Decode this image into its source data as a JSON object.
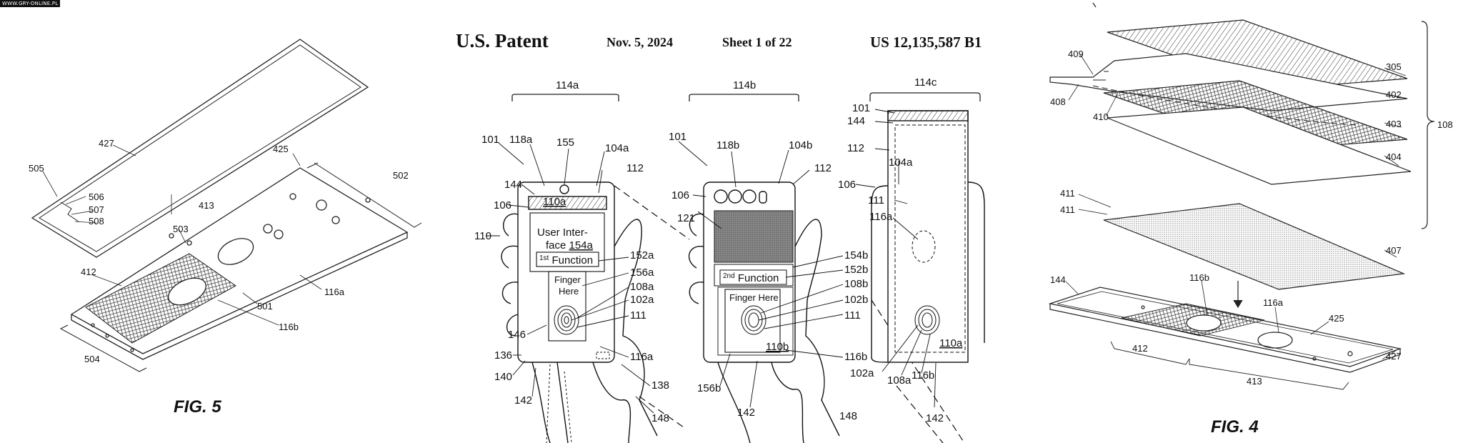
{
  "watermark": "WWW.GRY-ONLINE.PL",
  "header": {
    "title": "U.S. Patent",
    "date": "Nov. 5, 2024",
    "sheet": "Sheet 1 of 22",
    "patent_number": "US 12,135,587 B1"
  },
  "fig5": {
    "caption": "FIG. 5",
    "labels": [
      "427",
      "425",
      "505",
      "506",
      "507",
      "508",
      "502",
      "413",
      "503",
      "412",
      "116a",
      "501",
      "116b",
      "504"
    ]
  },
  "fig1": {
    "brackets": [
      "114a",
      "114b",
      "114c"
    ],
    "left_labels": [
      "101",
      "118a",
      "155",
      "104a",
      "112",
      "144",
      "106",
      "110",
      "146",
      "136",
      "140",
      "142"
    ],
    "right_labels_a": [
      "152a",
      "156a",
      "108a",
      "102a",
      "111",
      "116a",
      "138",
      "148"
    ],
    "screen_a": {
      "panel": "110a",
      "ui_line1": "User Inter-",
      "ui_line2": "face ",
      "ui_ref": "154a",
      "func_sup": "1st",
      "func_text": " Function",
      "finger_line1": "Finger",
      "finger_line2": "Here"
    },
    "mid_labels": [
      "101",
      "118b",
      "104b",
      "112",
      "106",
      "121",
      "154b",
      "152b",
      "108b",
      "102b",
      "111",
      "116b",
      "156b",
      "142",
      "148"
    ],
    "screen_b": {
      "func_sup": "2nd",
      "func_text": " Function",
      "finger": "Finger Here",
      "panel": "110b"
    },
    "right_labels": [
      "101",
      "144",
      "112",
      "106",
      "104a",
      "111",
      "116a",
      "110a",
      "102a",
      "108a",
      "116b",
      "142"
    ]
  },
  "fig4": {
    "caption": "FIG. 4",
    "labels": [
      "409",
      "305",
      "408",
      "410",
      "402",
      "403",
      "108",
      "404",
      "411",
      "411",
      "407",
      "144",
      "116b",
      "116a",
      "425",
      "412",
      "413",
      "427"
    ]
  }
}
